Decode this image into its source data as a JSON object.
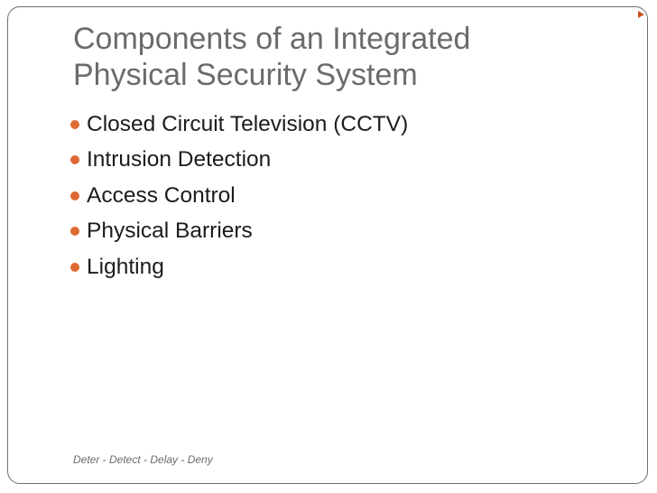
{
  "slide": {
    "title": "Components of an Integrated\nPhysical Security System",
    "bullets": [
      "Closed Circuit Television (CCTV)",
      "Intrusion Detection",
      "Access Control",
      "Physical Barriers",
      "Lighting"
    ],
    "footer": "Deter - Detect - Delay - Deny"
  },
  "colors": {
    "accent": "#de6a33",
    "title_text": "#6b6b6b",
    "body_text": "#1c1c1c",
    "frame": "#6f6f6f"
  },
  "icons": {
    "bullet": "bullet-dot-icon",
    "corner": "arrow-right-icon"
  }
}
